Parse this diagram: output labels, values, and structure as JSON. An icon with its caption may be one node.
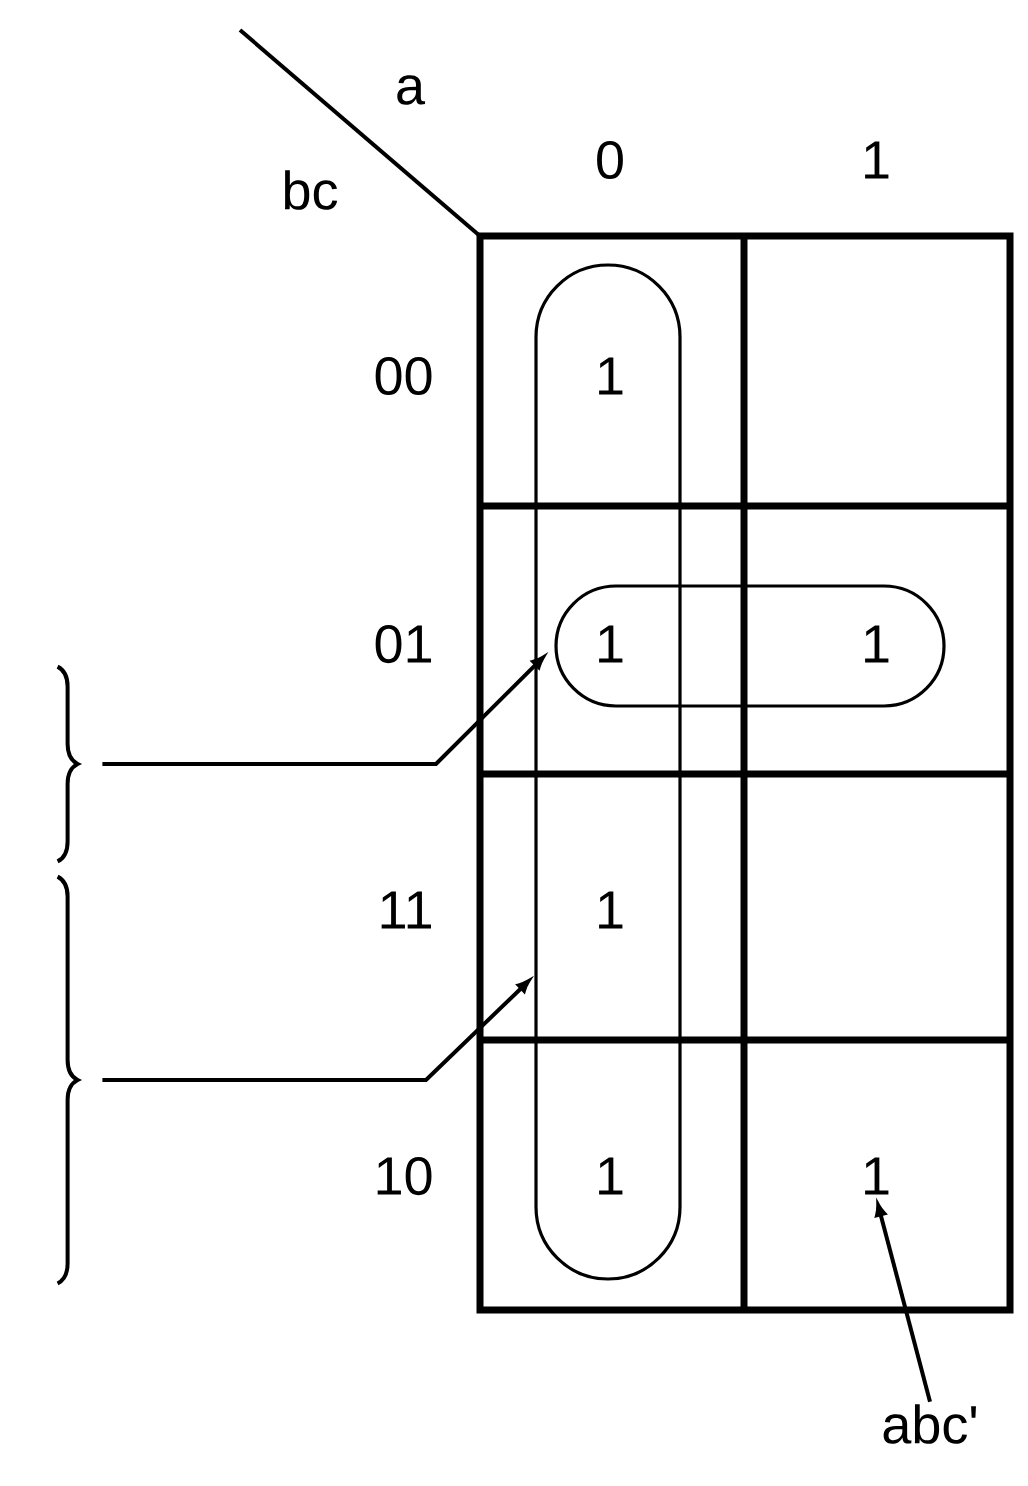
{
  "diagram": {
    "nodes": [
      {
        "text": [],
        "shape": "oval"
      },
      {
        "text": [],
        "shape": "oval"
      },
      {
        "text": [
          "1"
        ],
        "in": 0
      },
      {
        "text": [
          "1"
        ]
      },
      {
        "text": [
          "1"
        ],
        "in": 1
      },
      {
        "text": [
          "1"
        ],
        "in": 0
      },
      {
        "text": [
          "1"
        ],
        "in": 0
      },
      {
        "text": [
          "1"
        ]
      },
      {
        "text": [],
        "shape": "brace"
      },
      {
        "text": [],
        "shape": "brace"
      },
      {
        "text": [
          "abc'"
        ]
      }
    ],
    "edges": [
      {
        "from": 8,
        "to": 1,
        "arrow": "to"
      },
      {
        "from": 9,
        "to": 0,
        "arrow": "to"
      },
      {
        "from": 10,
        "to": 7,
        "arrow": "to"
      }
    ],
    "labels": [
      "a",
      "bc",
      "0",
      "1",
      "00",
      "01",
      "11",
      "10"
    ]
  }
}
